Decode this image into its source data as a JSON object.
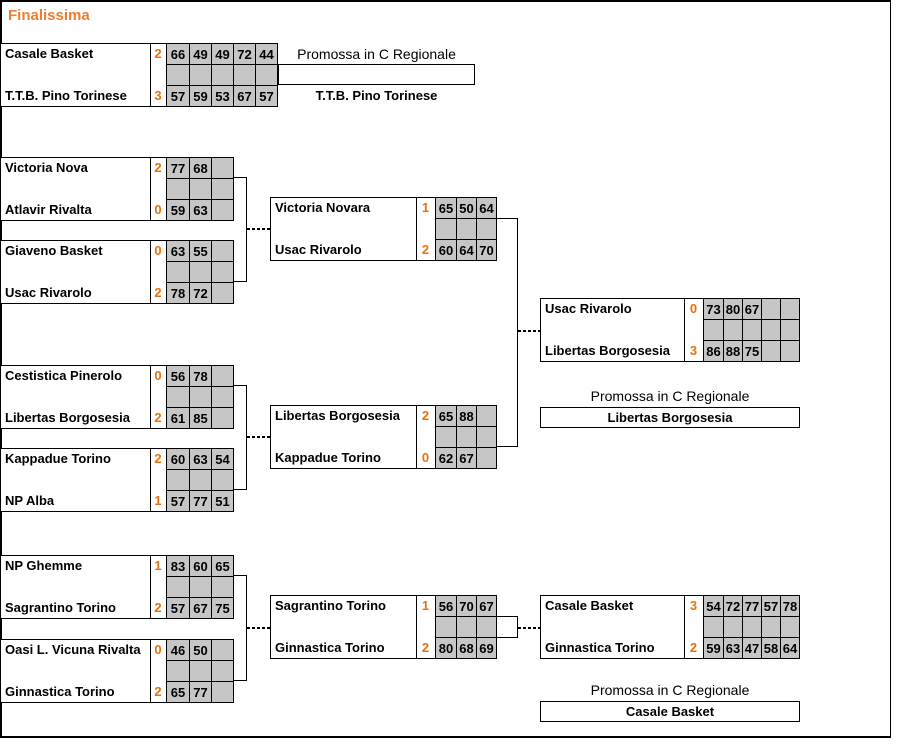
{
  "title": "Finalissima",
  "colors": {
    "accent_orange": "#E8710B",
    "title_orange": "#ED7D31",
    "cell_gray": "#C6C6C6",
    "line_black": "#000000"
  },
  "matches": [
    {
      "id": "final_a",
      "cols": 5,
      "teams": [
        {
          "name": "Casale Basket",
          "sets": "2",
          "games": [
            "66",
            "49",
            "49",
            "72",
            "44"
          ]
        },
        {
          "name": "T.T.B. Pino Torinese",
          "sets": "3",
          "games": [
            "57",
            "59",
            "53",
            "67",
            "57"
          ]
        }
      ]
    },
    {
      "id": "qf_a1",
      "cols": 3,
      "teams": [
        {
          "name": "Victoria Nova",
          "sets": "2",
          "games": [
            "77",
            "68"
          ]
        },
        {
          "name": "Atlavir Rivalta",
          "sets": "0",
          "games": [
            "59",
            "63"
          ]
        }
      ]
    },
    {
      "id": "qf_a2",
      "cols": 3,
      "teams": [
        {
          "name": "Giaveno Basket",
          "sets": "0",
          "games": [
            "63",
            "55"
          ]
        },
        {
          "name": "Usac Rivarolo",
          "sets": "2",
          "games": [
            "78",
            "72"
          ]
        }
      ]
    },
    {
      "id": "sf_a",
      "cols": 3,
      "teams": [
        {
          "name": "Victoria Novara",
          "sets": "1",
          "games": [
            "65",
            "50",
            "64"
          ]
        },
        {
          "name": "Usac Rivarolo",
          "sets": "2",
          "games": [
            "60",
            "64",
            "70"
          ]
        }
      ]
    },
    {
      "id": "qf_b1",
      "cols": 3,
      "teams": [
        {
          "name": "Cestistica Pinerolo",
          "sets": "0",
          "games": [
            "56",
            "78"
          ]
        },
        {
          "name": "Libertas Borgosesia",
          "sets": "2",
          "games": [
            "61",
            "85"
          ]
        }
      ]
    },
    {
      "id": "qf_b2",
      "cols": 3,
      "teams": [
        {
          "name": "Kappadue Torino",
          "sets": "2",
          "games": [
            "60",
            "63",
            "54"
          ]
        },
        {
          "name": "NP Alba",
          "sets": "1",
          "games": [
            "57",
            "77",
            "51"
          ]
        }
      ]
    },
    {
      "id": "sf_b",
      "cols": 3,
      "teams": [
        {
          "name": "Libertas Borgosesia",
          "sets": "2",
          "games": [
            "65",
            "88"
          ]
        },
        {
          "name": "Kappadue Torino",
          "sets": "0",
          "games": [
            "62",
            "67"
          ]
        }
      ]
    },
    {
      "id": "final_b",
      "cols": 5,
      "teams": [
        {
          "name": "Usac Rivarolo",
          "sets": "0",
          "games": [
            "73",
            "80",
            "67"
          ]
        },
        {
          "name": "Libertas Borgosesia",
          "sets": "3",
          "games": [
            "86",
            "88",
            "75"
          ]
        }
      ]
    },
    {
      "id": "qf_c1",
      "cols": 3,
      "teams": [
        {
          "name": "NP Ghemme",
          "sets": "1",
          "games": [
            "83",
            "60",
            "65"
          ]
        },
        {
          "name": "Sagrantino Torino",
          "sets": "2",
          "games": [
            "57",
            "67",
            "75"
          ]
        }
      ]
    },
    {
      "id": "qf_c2",
      "cols": 3,
      "teams": [
        {
          "name": "Oasi L. Vicuna Rivalta",
          "sets": "0",
          "games": [
            "46",
            "50"
          ]
        },
        {
          "name": "Ginnastica Torino",
          "sets": "2",
          "games": [
            "65",
            "77"
          ]
        }
      ]
    },
    {
      "id": "sf_c",
      "cols": 3,
      "teams": [
        {
          "name": "Sagrantino Torino",
          "sets": "1",
          "games": [
            "56",
            "70",
            "67"
          ]
        },
        {
          "name": "Ginnastica Torino",
          "sets": "2",
          "games": [
            "80",
            "68",
            "69"
          ]
        }
      ]
    },
    {
      "id": "final_c",
      "cols": 5,
      "teams": [
        {
          "name": "Casale Basket",
          "sets": "3",
          "games": [
            "54",
            "72",
            "77",
            "57",
            "78"
          ]
        },
        {
          "name": "Ginnastica Torino",
          "sets": "2",
          "games": [
            "59",
            "63",
            "47",
            "58",
            "64"
          ]
        }
      ]
    }
  ],
  "promotions": [
    {
      "label": "Promossa in C Regionale",
      "winner": "T.T.B. Pino Torinese"
    },
    {
      "label": "Promossa in C Regionale",
      "winner": "Libertas Borgosesia"
    },
    {
      "label": "Promossa in C Regionale",
      "winner": "Casale Basket"
    }
  ]
}
